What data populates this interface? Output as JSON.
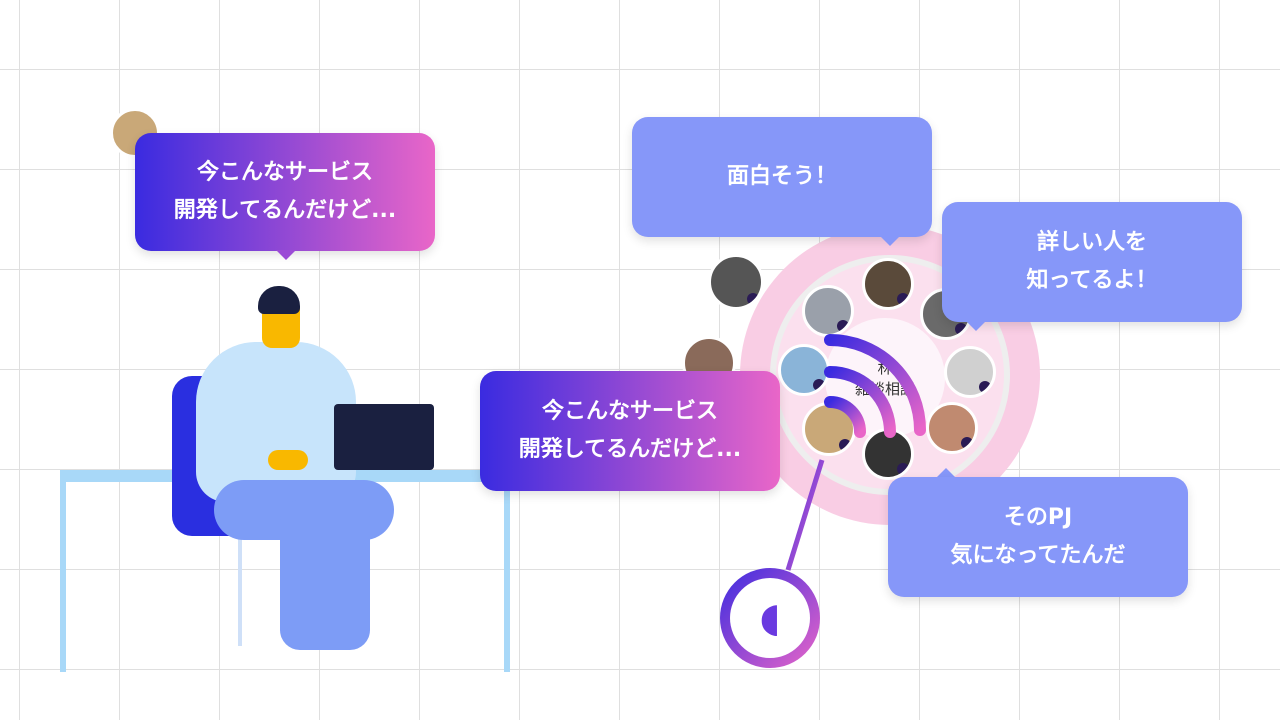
{
  "left_bubble": {
    "line1": "今こんなサービス",
    "line2": "開発してるんだけど..."
  },
  "center_bubble": {
    "line1": "今こんなサービス",
    "line2": "開発してるんだけど..."
  },
  "bubble_interesting": {
    "text": "面白そう！"
  },
  "bubble_know": {
    "line1": "詳しい人を",
    "line2": "知ってるよ！"
  },
  "bubble_pj": {
    "line1": "そのPJ",
    "line2": "気になってたんだ"
  },
  "room": {
    "label_top": "林",
    "label": "雑談相談"
  },
  "colors": {
    "gradient_start": "#3a2be0",
    "gradient_end": "#e966c8",
    "bubble_blue": "#8697f9",
    "room_pink": "#f9cde4"
  }
}
